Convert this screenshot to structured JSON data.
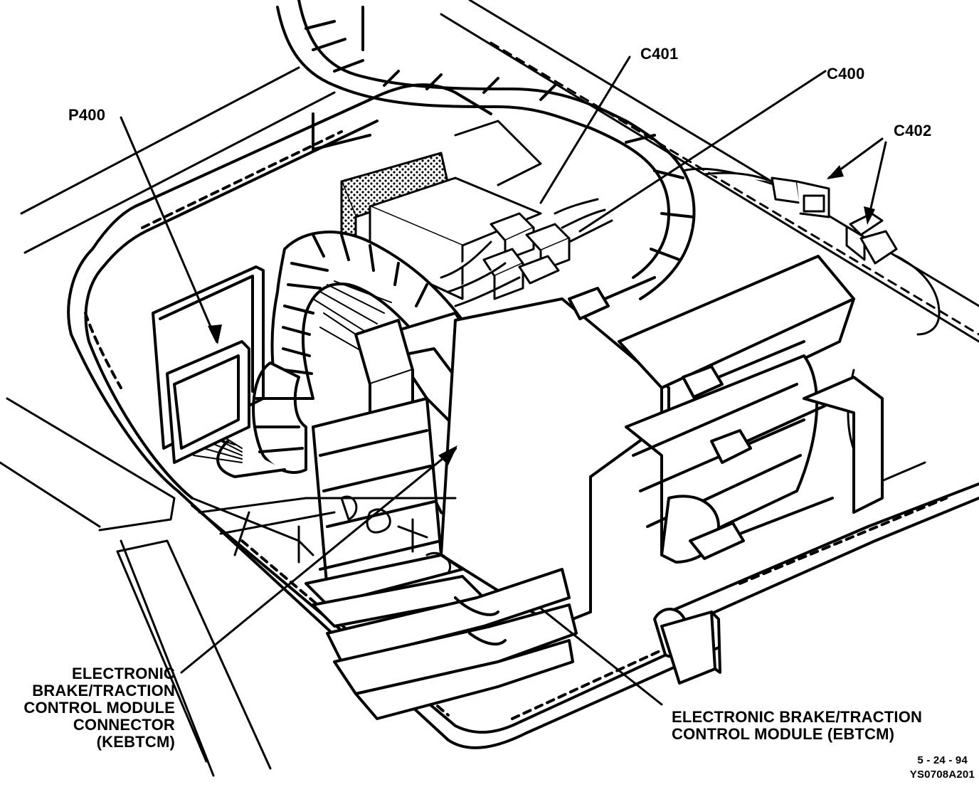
{
  "labels": {
    "p400": "P400",
    "c401": "C401",
    "c400": "C400",
    "c402": "C402",
    "kebtcm": "ELECTRONIC\nBRAKE/TRACTION\nCONTROL MODULE\nCONNECTOR\n(KEBTCM)",
    "ebtcm": "ELECTRONIC BRAKE/TRACTION\nCONTROL MODULE (EBTCM)"
  },
  "footer": {
    "date": "5 - 24 - 94",
    "code": "YS0708A201"
  },
  "colors": {
    "ink": "#000000",
    "paper": "#ffffff"
  }
}
